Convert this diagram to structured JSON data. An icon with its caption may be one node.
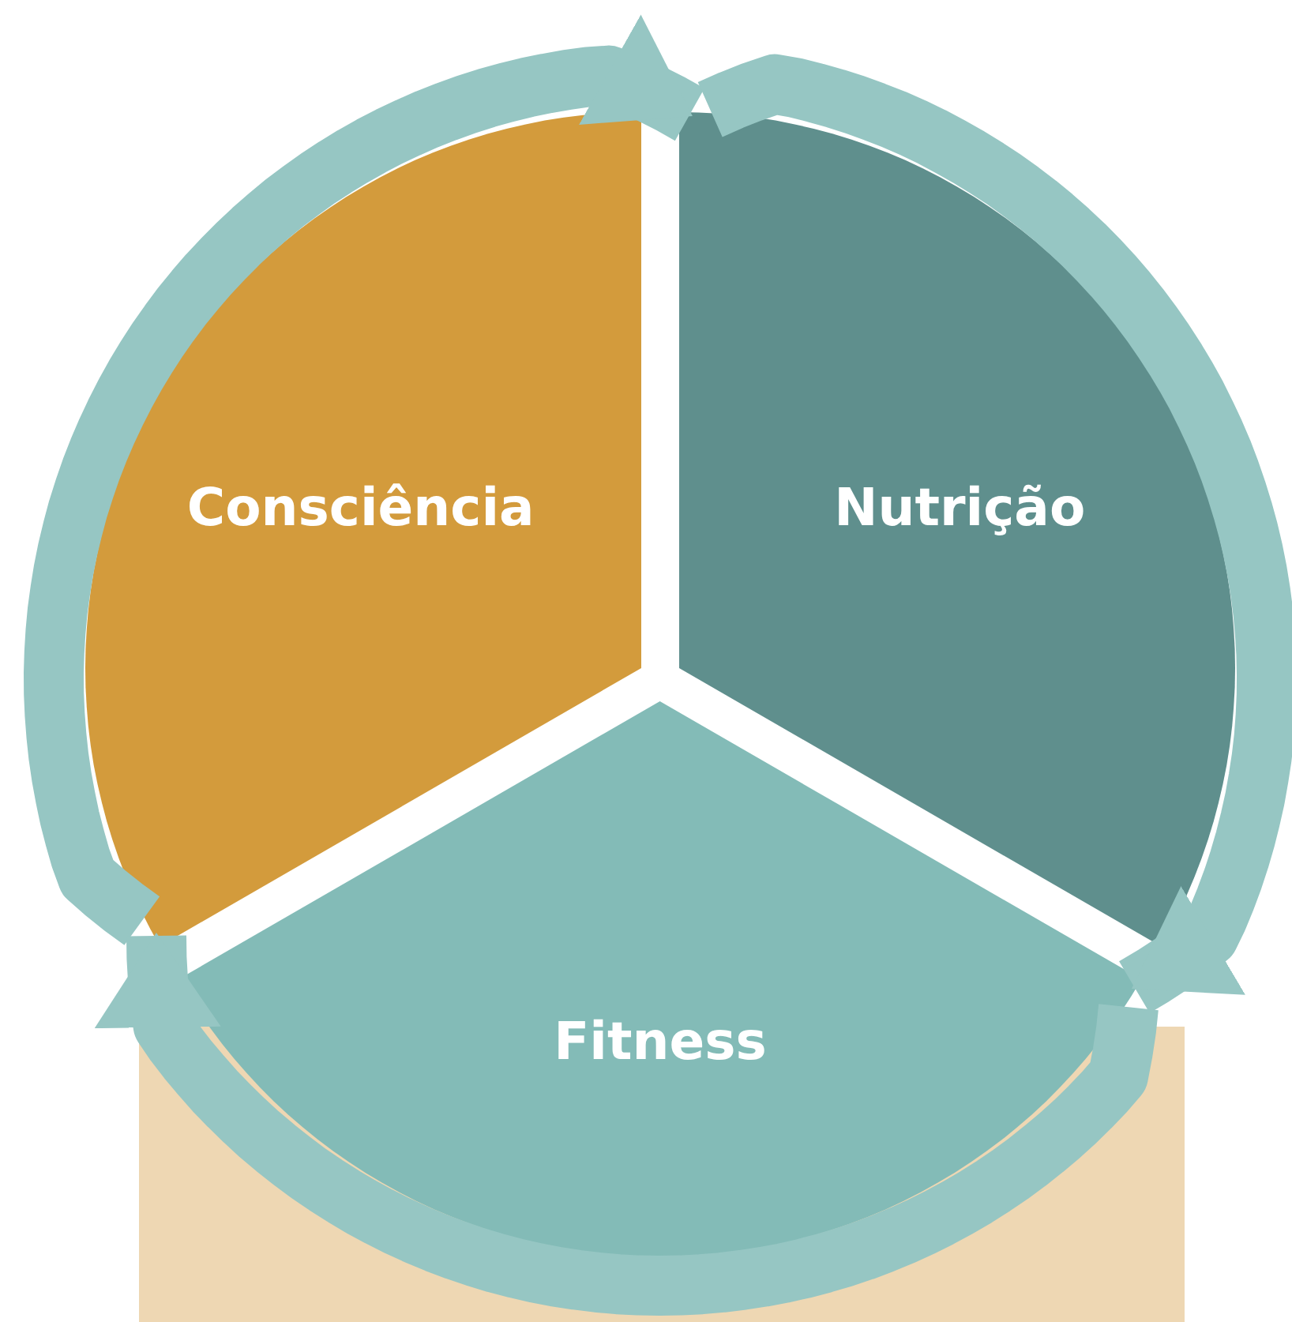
{
  "diagram": {
    "nodes": [
      {
        "text": [
          "Consciência"
        ]
      },
      {
        "text": [
          "Nutrição"
        ]
      },
      {
        "text": [
          "Fitness"
        ]
      }
    ],
    "edges": [
      {
        "from": 0,
        "to": 1,
        "arrow": "to"
      },
      {
        "from": 1,
        "to": 2,
        "arrow": "to"
      },
      {
        "from": 2,
        "to": 0,
        "arrow": "to"
      }
    ]
  }
}
